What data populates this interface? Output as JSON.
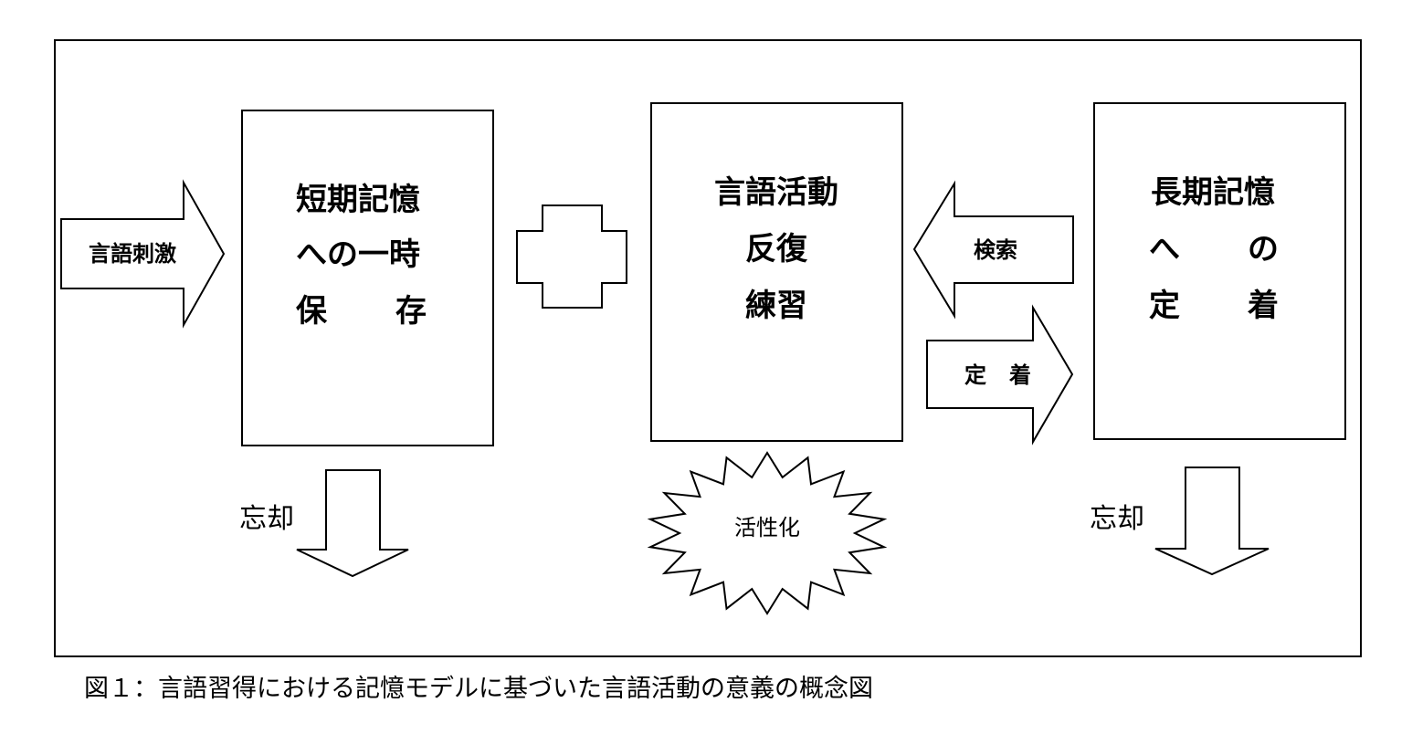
{
  "boxes": {
    "short_term": {
      "line1": "短期記憶",
      "line2": "への一時",
      "line3a": "保",
      "line3b": "存"
    },
    "activity": {
      "line1": "言語活動",
      "line2": "反復",
      "line3": "練習"
    },
    "long_term": {
      "line1": "長期記憶",
      "line2a": "へ",
      "line2b": "の",
      "line3a": "定",
      "line3b": "着"
    }
  },
  "arrows": {
    "input": "言語刺激",
    "retrieval": "検索",
    "fixation_a": "定",
    "fixation_b": "着",
    "forget_left": "忘却",
    "forget_right": "忘却"
  },
  "burst": "活性化",
  "caption": "図１：言語習得における記憶モデルに基づいた言語活動の意義の概念図"
}
